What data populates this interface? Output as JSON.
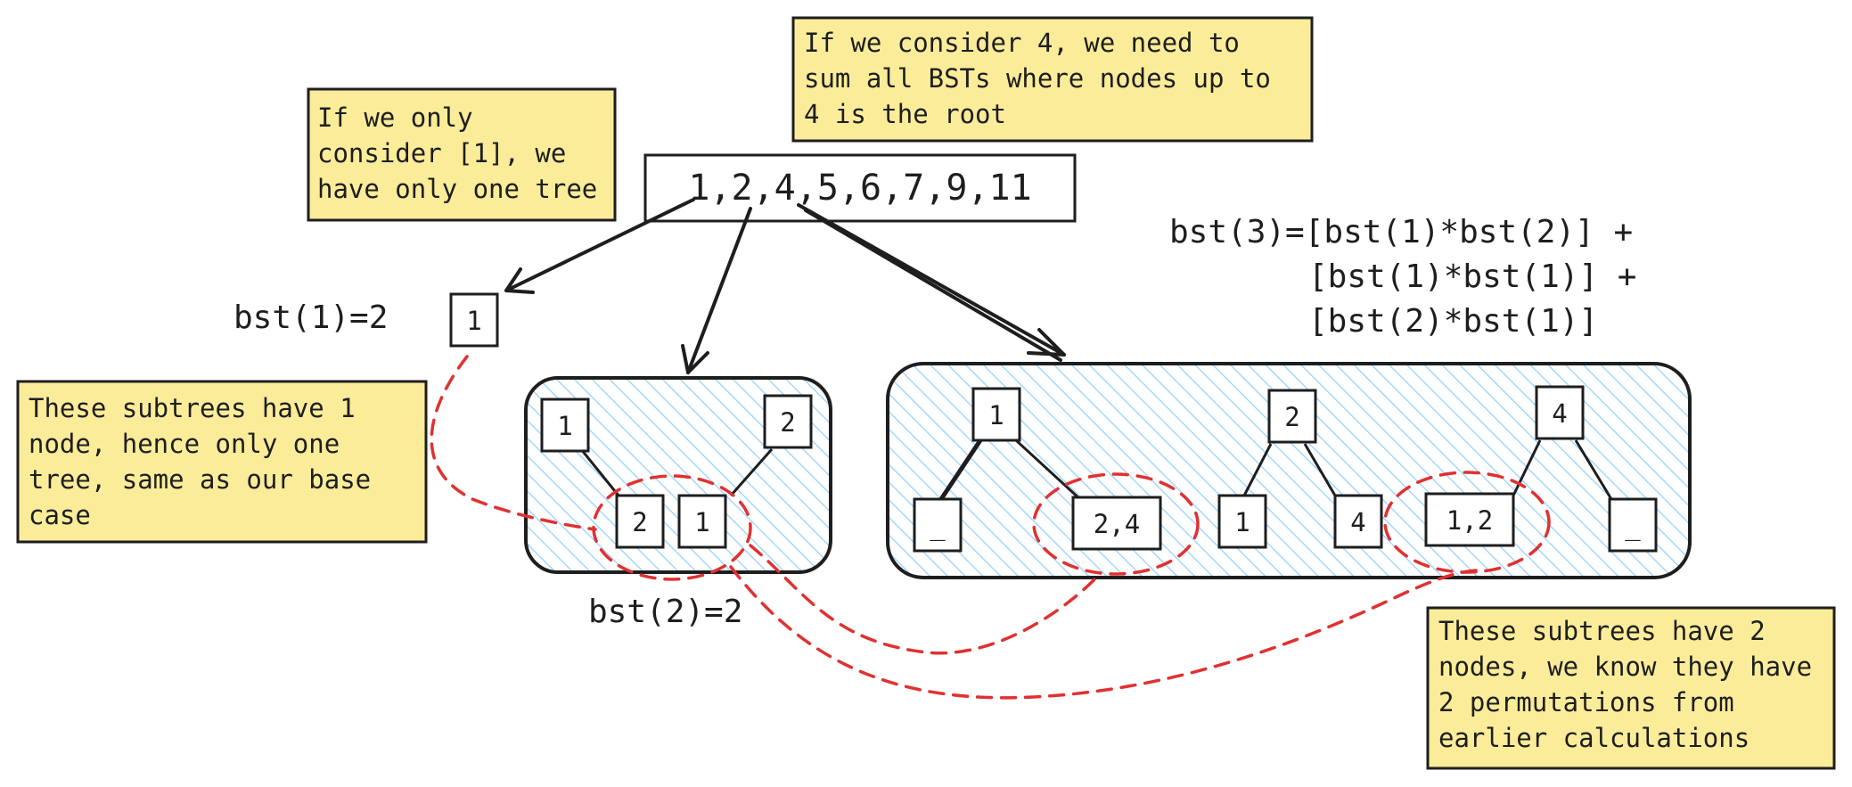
{
  "notes": {
    "consider_one": [
      "If we only",
      "consider [1], we",
      "have only one tree"
    ],
    "consider_four": [
      "If we consider 4, we need to",
      "sum all BSTs where nodes up to",
      "4 is the root"
    ],
    "one_node": [
      "These subtrees have 1",
      "node, hence only one",
      "tree, same as our base",
      "case"
    ],
    "two_nodes": [
      "These subtrees have 2",
      "nodes, we know they have",
      "2 permutations from",
      "earlier calculations"
    ]
  },
  "sequence": "1,2,4,5,6,7,9,11",
  "labels": {
    "bst1": "bst(1)=2",
    "bst2": "bst(2)=2",
    "bst3_line1": "bst(3)=[bst(1)*bst(2)] +",
    "bst3_line2": "[bst(1)*bst(1)] +",
    "bst3_line3": "[bst(2)*bst(1)]"
  },
  "nodes": {
    "single_root": "1",
    "bst2_root_a": "1",
    "bst2_root_b": "2",
    "bst2_child_a": "2",
    "bst2_child_b": "1",
    "t1_root": "1",
    "t1_left": "_",
    "t1_right": "2,4",
    "t2_root": "2",
    "t2_left": "1",
    "t2_right": "4",
    "t3_root": "4",
    "t3_left": "1,2",
    "t3_right": "_"
  },
  "colors": {
    "note_fill": "#fbec9a",
    "hatch": "#a5d8ff",
    "stroke": "#1e1e1e",
    "dashed": "#e03131"
  }
}
